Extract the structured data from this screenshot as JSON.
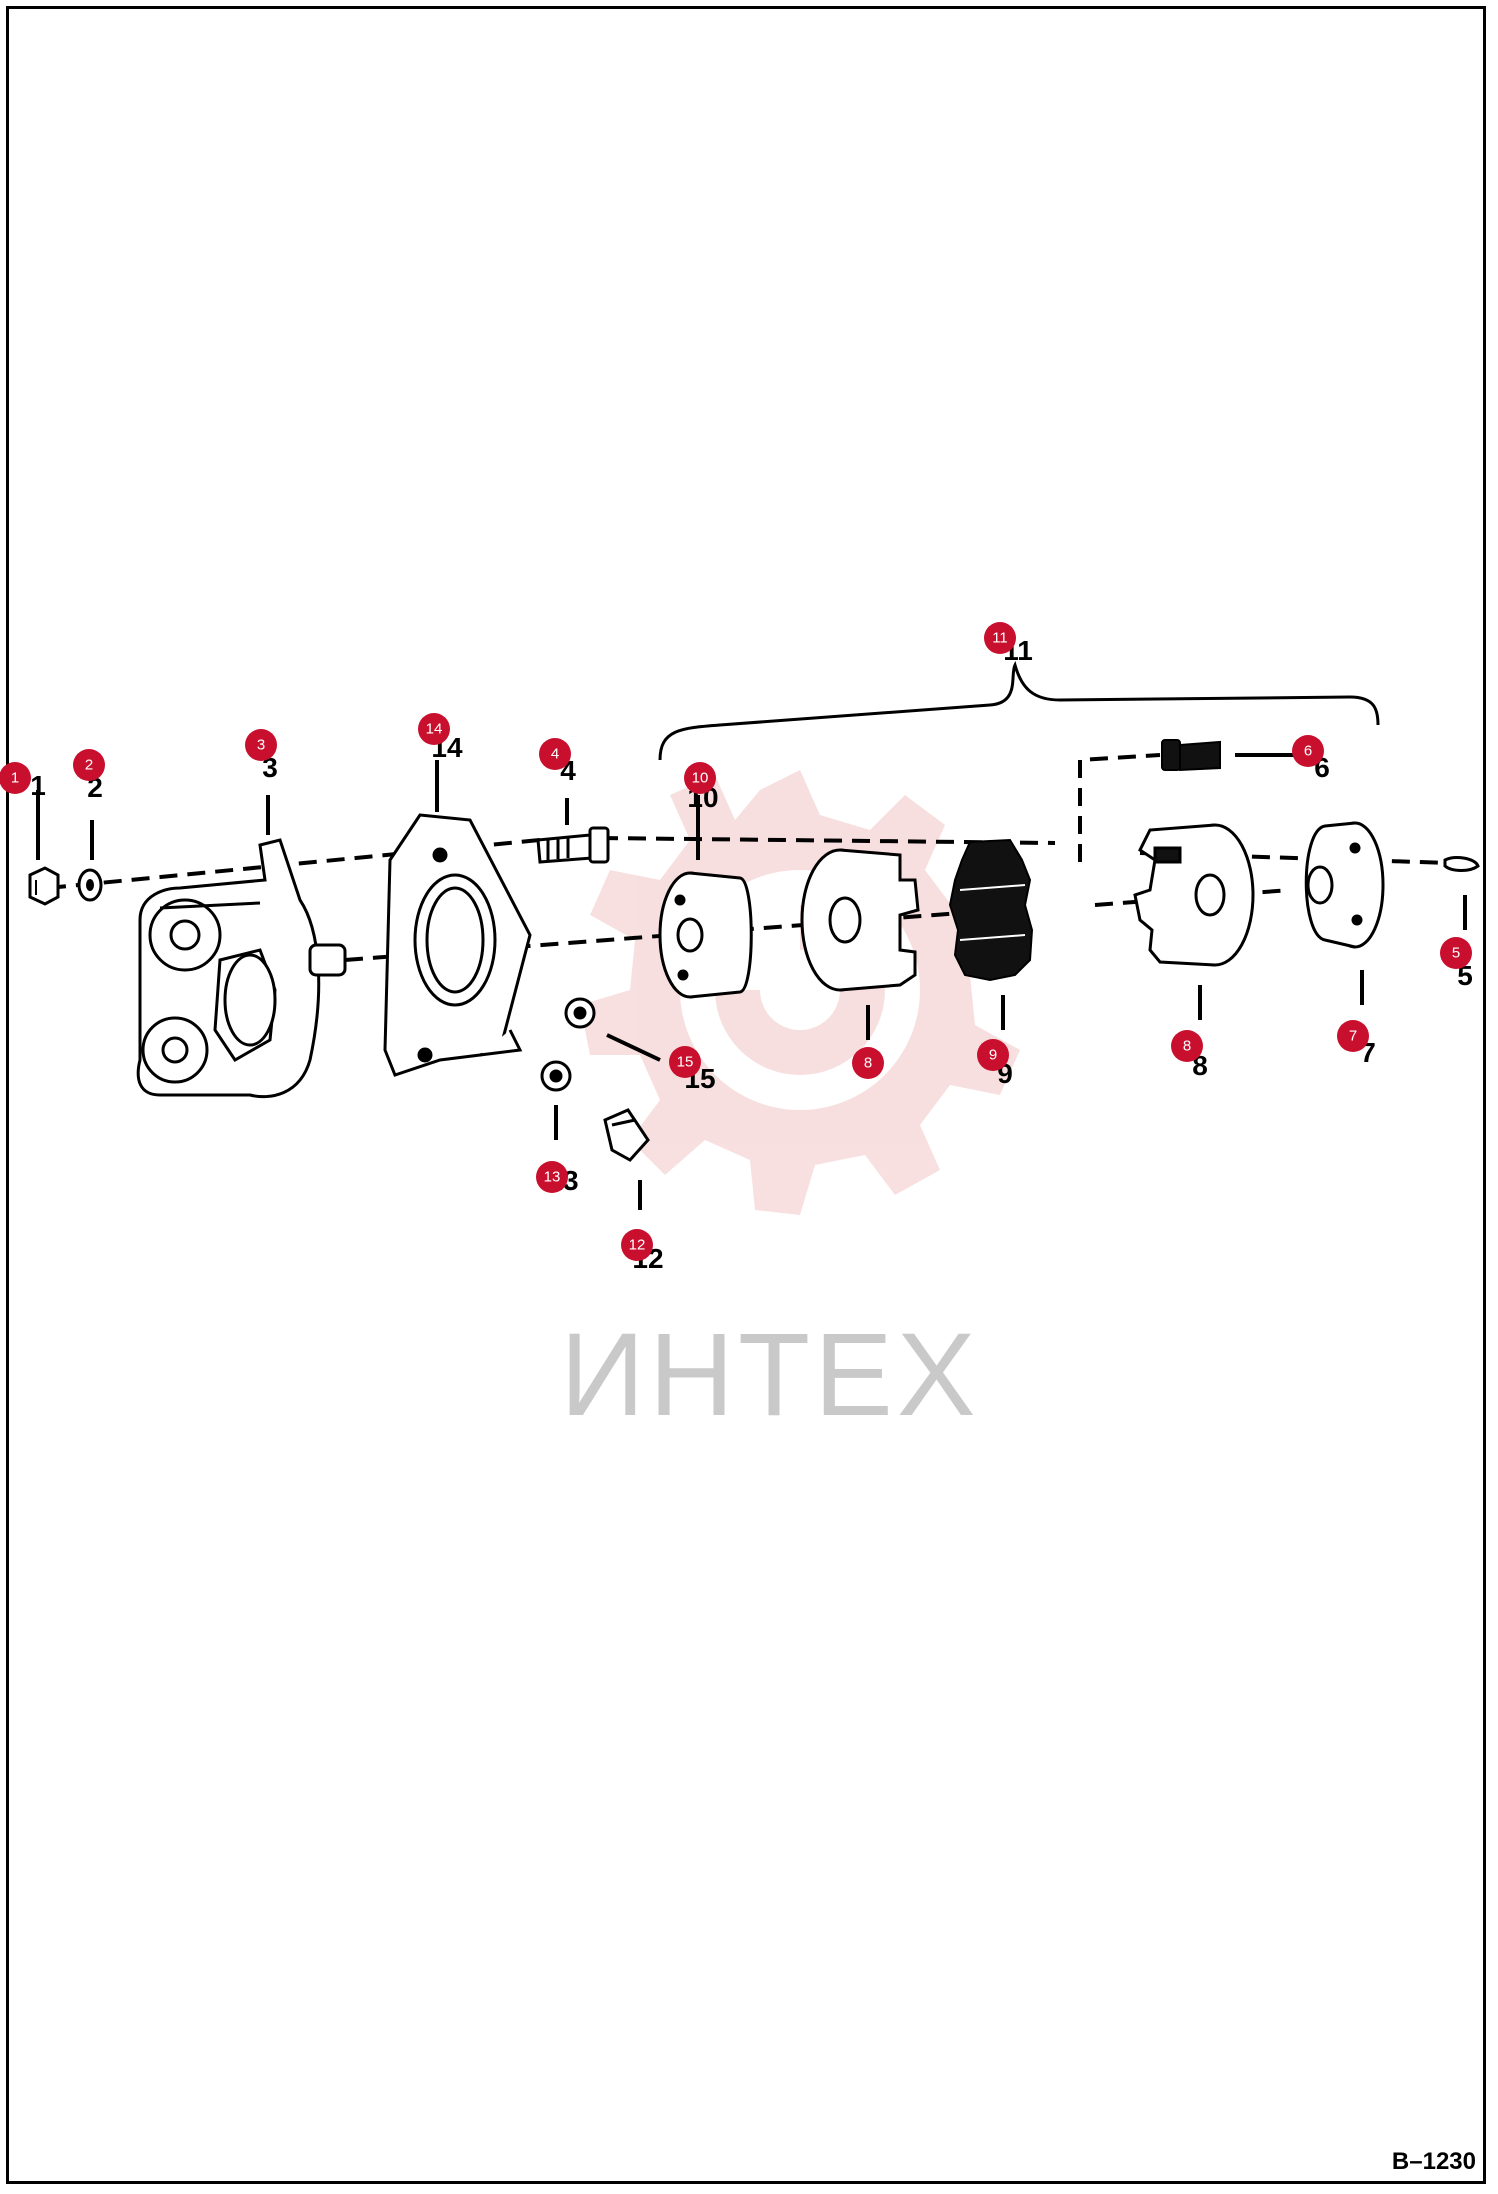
{
  "watermark": {
    "text": "ИНТЕХ",
    "color": "#f3c6c6"
  },
  "figure_id": "B–1230",
  "callout_color": "#c8102e",
  "callouts": [
    {
      "num": "1"
    },
    {
      "num": "2"
    },
    {
      "num": "3"
    },
    {
      "num": "14"
    },
    {
      "num": "4"
    },
    {
      "num": "10"
    },
    {
      "num": "11"
    },
    {
      "num": "6"
    },
    {
      "num": "5"
    },
    {
      "num": "8"
    },
    {
      "num": "9"
    },
    {
      "num": "8"
    },
    {
      "num": "7"
    },
    {
      "num": "15"
    },
    {
      "num": "13"
    },
    {
      "num": "12"
    }
  ]
}
